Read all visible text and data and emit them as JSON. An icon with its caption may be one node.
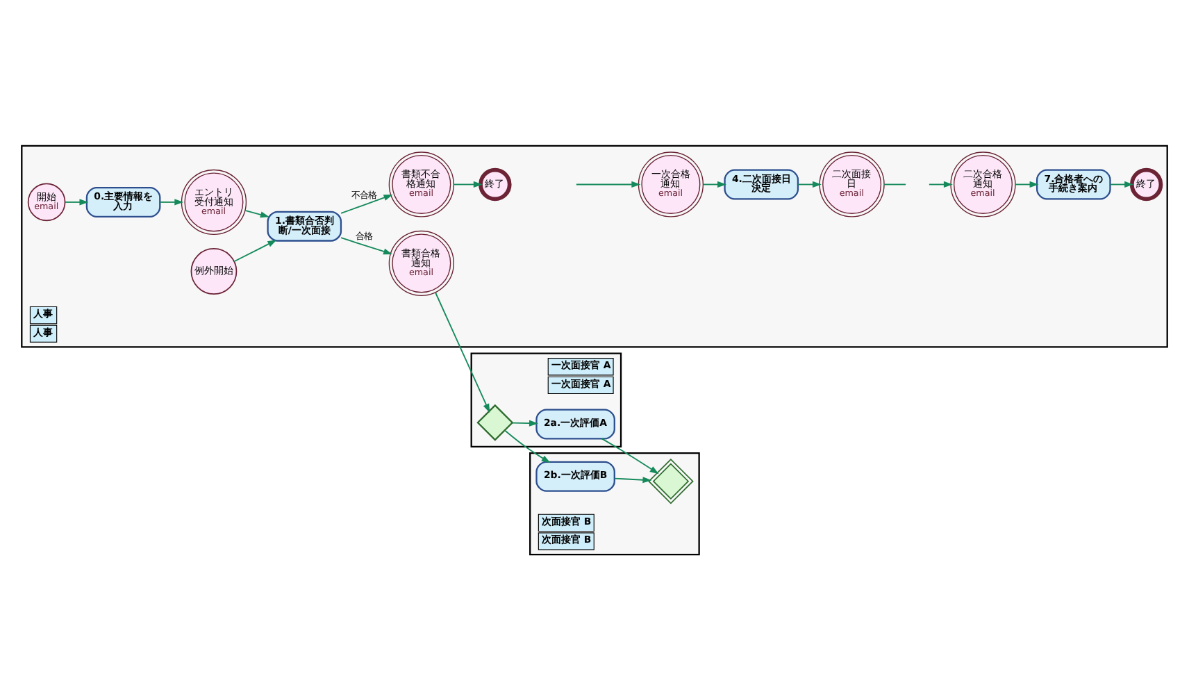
{
  "diagram": {
    "nodes": [
      {
        "text": [
          "人事",
          "人事"
        ]
      },
      {
        "text": [
          "開始",
          "email"
        ],
        "in": 0
      },
      {
        "text": [
          "0.主要情報を入力"
        ],
        "in": 0
      },
      {
        "text": [
          "エントリ受付通知",
          "email"
        ],
        "in": 0
      },
      {
        "text": [
          "終了"
        ],
        "in": 0
      },
      {
        "text": [
          "例外開始"
        ],
        "in": 0
      },
      {
        "text": [
          "1.書類合否判断/一次面接"
        ],
        "in": 0
      },
      {
        "text": [
          "書類不合格通知",
          "email"
        ],
        "in": 0
      },
      {
        "text": [
          "4.二次面接日決定"
        ],
        "in": 0
      },
      {
        "text": [
          "7.合格者への手続き案内"
        ],
        "in": 0
      },
      {
        "text": [
          "終了"
        ],
        "in": 0
      },
      {
        "text": [
          "書類合格通知",
          "email"
        ],
        "in": 0
      },
      {
        "text": [
          "一次合格通知",
          "email"
        ],
        "in": 0
      },
      {
        "text": [
          "二次面接日",
          "email"
        ],
        "in": 0
      },
      {
        "text": [
          "二次合格通知",
          "email"
        ],
        "in": 0
      },
      {
        "text": [
          "一次面接官 A",
          "一次面接官 A"
        ]
      },
      {
        "text": [],
        "shape": "diamond",
        "in": 15
      },
      {
        "text": [
          "2a.一次評価A"
        ],
        "in": 15
      },
      {
        "text": [
          "次面接官 B",
          "次面接官 B"
        ]
      },
      {
        "text": [
          "2b.一次評価B"
        ],
        "in": 18
      },
      {
        "text": [],
        "shape": "diamond",
        "in": 18
      }
    ],
    "edges": [
      {
        "from": 1,
        "to": 2,
        "arrow": "to"
      },
      {
        "from": 2,
        "to": 3,
        "arrow": "to"
      },
      {
        "from": 3,
        "to": 6,
        "arrow": "to"
      },
      {
        "from": 5,
        "to": 6,
        "arrow": "to"
      },
      {
        "from": 6,
        "to": 7,
        "arrow": "to",
        "label": "不合格"
      },
      {
        "from": 7,
        "to": 4,
        "arrow": "to"
      },
      {
        "from": 6,
        "to": 11,
        "arrow": "to",
        "label": "合格"
      },
      {
        "from": 11,
        "to": 16,
        "arrow": "to"
      },
      {
        "from": 16,
        "to": 17,
        "arrow": "to"
      },
      {
        "from": 16,
        "to": 19,
        "arrow": "to"
      },
      {
        "from": 17,
        "to": 20,
        "arrow": "to"
      },
      {
        "from": 19,
        "to": 20,
        "arrow": "to"
      },
      {
        "from": null,
        "to": 12,
        "arrow": "to"
      },
      {
        "from": 12,
        "to": 8,
        "arrow": "to"
      },
      {
        "from": 8,
        "to": 13,
        "arrow": "to"
      },
      {
        "from": 13,
        "to": null,
        "arrow": "none"
      },
      {
        "from": null,
        "to": 14,
        "arrow": "to"
      },
      {
        "from": 14,
        "to": 9,
        "arrow": "to"
      },
      {
        "from": 9,
        "to": 10,
        "arrow": "to"
      }
    ]
  }
}
